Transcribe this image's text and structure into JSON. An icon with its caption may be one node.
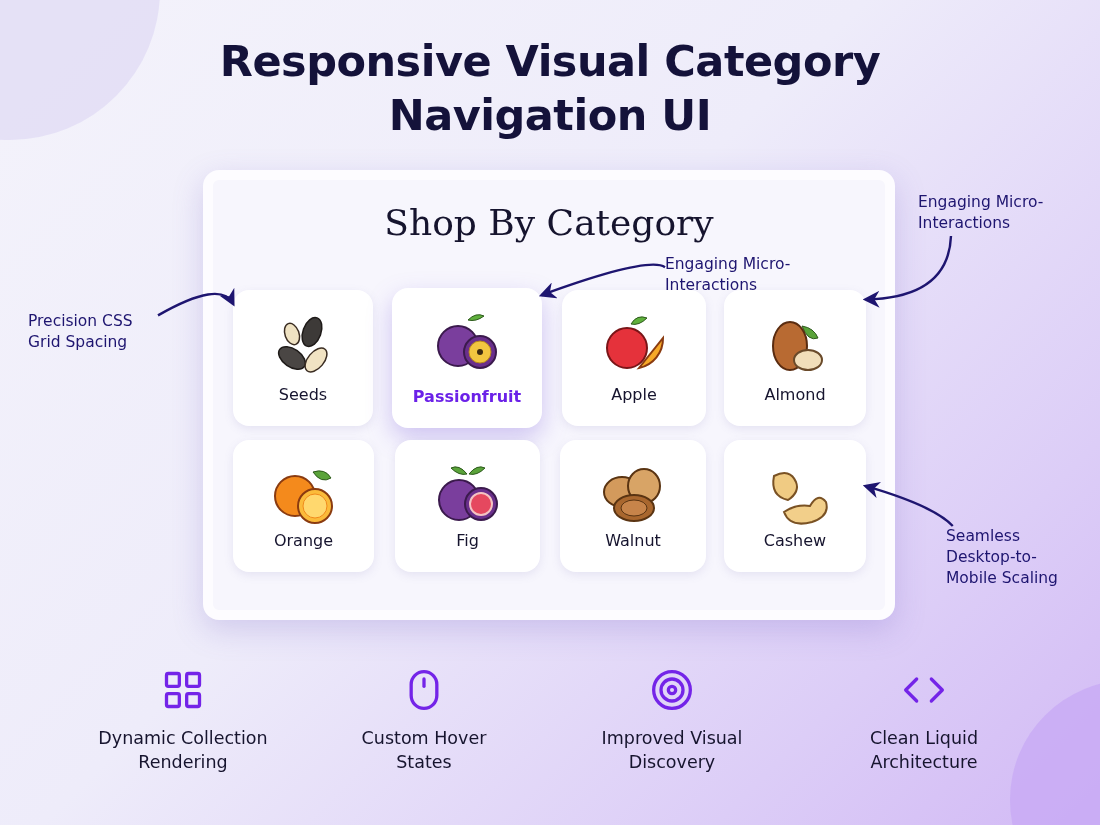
{
  "diagram": {
    "title": "Responsive Visual Category Navigation UI",
    "nodes": [
      {
        "text": [
          "Shop By Category"
        ]
      },
      {
        "text": [
          "Seeds"
        ],
        "in": 0
      },
      {
        "text": [
          "Passionfruit"
        ],
        "in": 0
      },
      {
        "text": [
          "Apple"
        ],
        "in": 0
      },
      {
        "text": [
          "Almond"
        ],
        "in": 0
      },
      {
        "text": [
          "Orange"
        ],
        "in": 0
      },
      {
        "text": [
          "Fig"
        ],
        "in": 0
      },
      {
        "text": [
          "Walnut"
        ],
        "in": 0
      },
      {
        "text": [
          "Cashew"
        ],
        "in": 0
      },
      {
        "text": [
          "Precision CSS Grid Spacing"
        ]
      },
      {
        "text": [
          "Engaging Micro-Interactions"
        ],
        "in": 0
      },
      {
        "text": [
          "Engaging Micro-Interactions"
        ]
      },
      {
        "text": [
          "Seamless Desktop-to-Mobile Scaling"
        ]
      }
    ],
    "edges": [
      {
        "from": 9,
        "to": 1,
        "arrow": "to"
      },
      {
        "from": 10,
        "to": 2,
        "arrow": "to"
      },
      {
        "from": 11,
        "to": 4,
        "arrow": "to"
      },
      {
        "from": 12,
        "to": 8,
        "arrow": "to"
      }
    ],
    "labels": [
      "Dynamic Collection Rendering",
      "Custom Hover States",
      "Improved Visual Discovery",
      "Clean Liquid Architecture"
    ]
  }
}
